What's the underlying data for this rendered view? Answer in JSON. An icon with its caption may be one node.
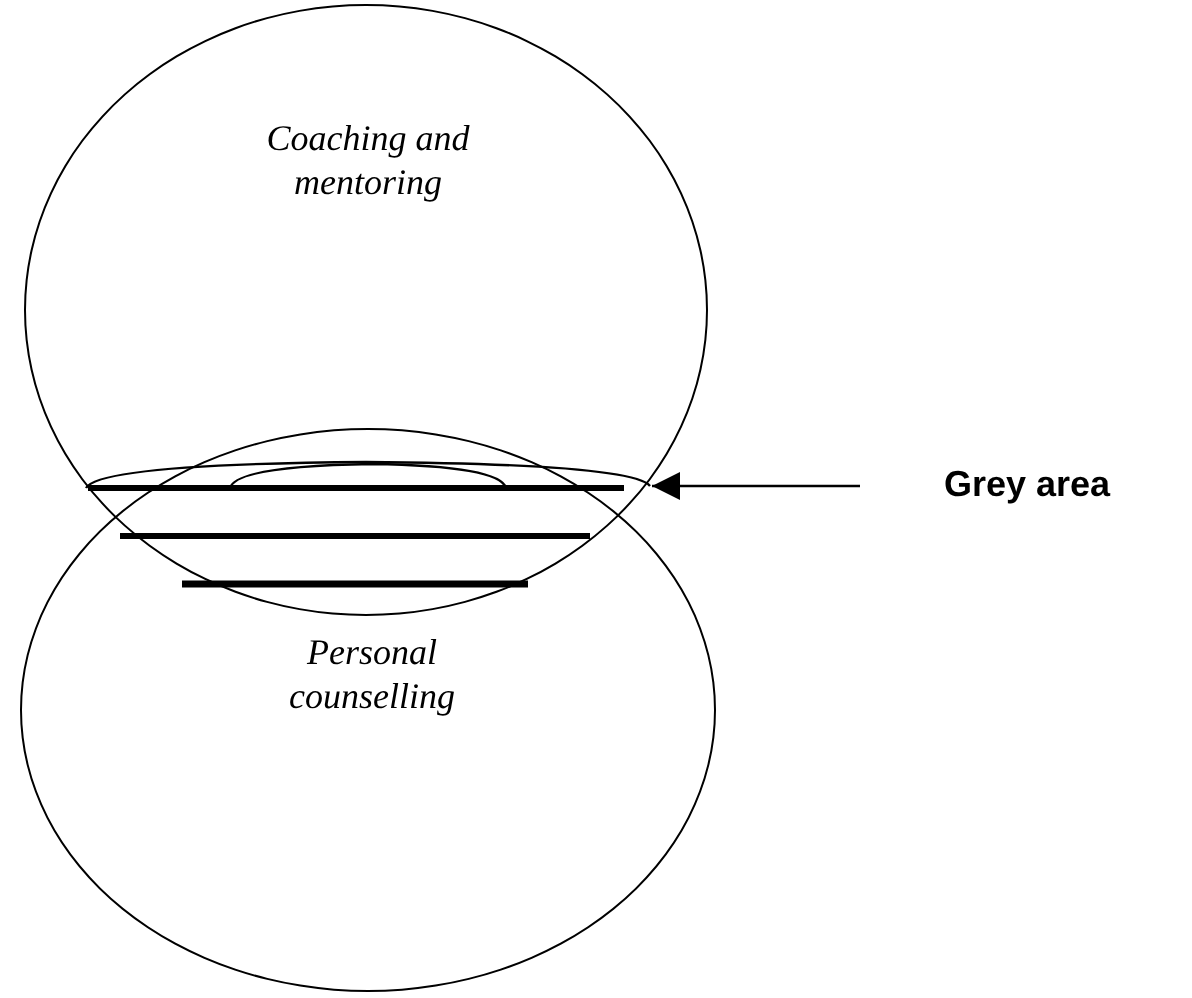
{
  "diagram": {
    "nodes": [
      {
        "text": [
          "Coaching and mentoring"
        ]
      },
      {
        "text": [
          "Personal counselling"
        ]
      },
      {
        "text": [
          "Grey area"
        ]
      },
      {
        "text": [],
        "shape": "ellipse"
      }
    ],
    "edges": [
      {
        "from": 2,
        "to": 3,
        "arrow": "to"
      }
    ]
  }
}
